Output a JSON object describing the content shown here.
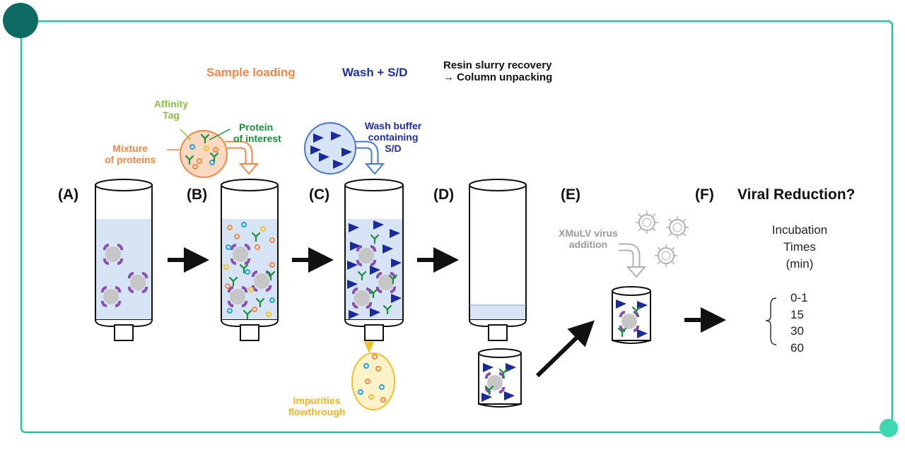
{
  "steps": {
    "sample_loading": "Sample loading",
    "wash": "Wash + S/D",
    "recovery_line1": "Resin slurry recovery",
    "recovery_line2": "→ Column unpacking"
  },
  "panels": [
    "(A)",
    "(B)",
    "(C)",
    "(D)",
    "(E)",
    "(F)"
  ],
  "labels": {
    "affinity_tag_line1": "Affinity",
    "affinity_tag_line2": "Tag",
    "protein_line1": "Protein",
    "protein_line2": "of interest",
    "mixture_line1": "Mixture",
    "mixture_line2": "of proteins",
    "wash_buffer_line1": "Wash buffer",
    "wash_buffer_line2": "containing",
    "wash_buffer_line3": "S/D",
    "impurities_line1": "Impurities",
    "impurities_line2": "flowthrough",
    "virus_line1": "XMuLV virus",
    "virus_line2": "addition"
  },
  "viral_reduction_title": "Viral Reduction?",
  "incubation": {
    "line1": "Incubation",
    "line2": "Times",
    "line3": "(min)",
    "times": [
      "0-1",
      "15",
      "30",
      "60"
    ]
  },
  "colors": {
    "frame": "#2bbf9a",
    "frame_dot": "#0d6b63",
    "sample": "#f0894a",
    "wash": "#1f2fa0",
    "tag": "#8dbf45",
    "protein": "#1a8f3a",
    "impurities": "#f2c12e",
    "virus_label": "#9a9a9a",
    "liquid": "#d6e4f5"
  }
}
